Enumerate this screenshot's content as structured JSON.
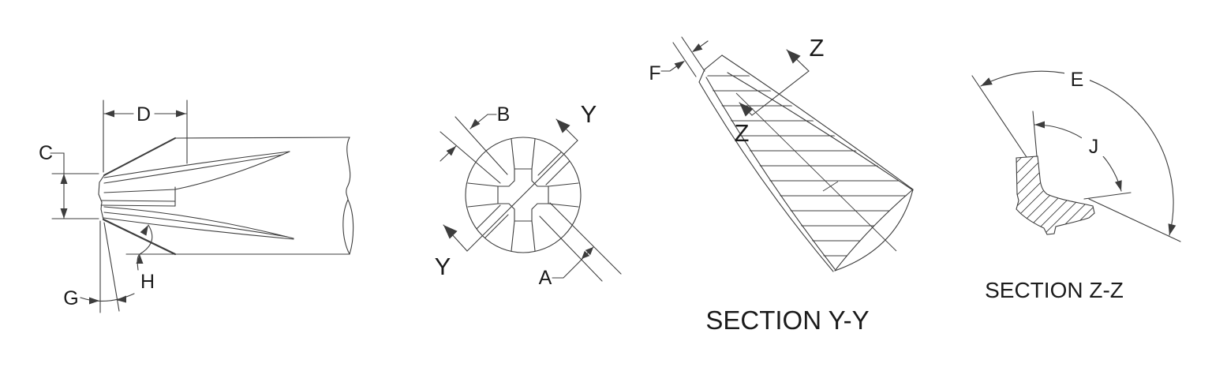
{
  "drawing": {
    "background": "#ffffff",
    "line_color": "#3d3d3d",
    "text_color": "#1b1b1b",
    "dimension_labels": {
      "a": "A",
      "b": "B",
      "c": "C",
      "d": "D",
      "e": "E",
      "f": "F",
      "g": "G",
      "h": "H",
      "j": "J"
    },
    "section_markers": {
      "y_top": "Y",
      "y_bottom": "Y",
      "z_top": "Z",
      "z_bottom": "Z"
    },
    "section_titles": {
      "yy": "SECTION Y-Y",
      "zz": "SECTION Z-Z"
    }
  }
}
